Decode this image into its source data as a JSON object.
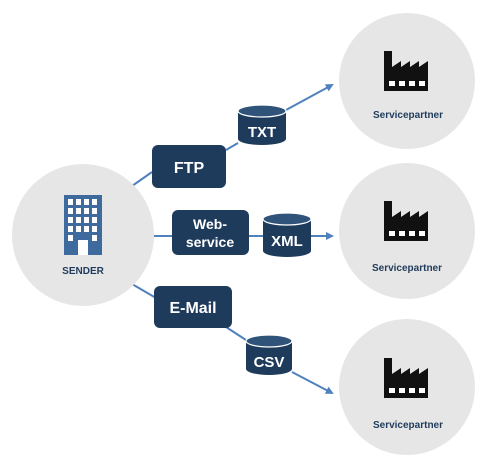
{
  "sender": {
    "label": "SENDER"
  },
  "channels": {
    "ftp": "FTP",
    "webservice_line1": "Web-",
    "webservice_line2": "service",
    "email": "E-Mail"
  },
  "formats": {
    "txt": "TXT",
    "xml": "XML",
    "csv": "CSV"
  },
  "partners": [
    {
      "label": "Servicepartner"
    },
    {
      "label": "Servicepartner"
    },
    {
      "label": "Servicepartner"
    }
  ],
  "colors": {
    "circle_fill": "#e6e6e6",
    "node_fill": "#1f3b5c",
    "arrow": "#4f81bd",
    "building": "#3f6a9e",
    "partner_text": "#1f3b5c",
    "sender_text": "#1f3b5c",
    "factory": "#111111"
  }
}
